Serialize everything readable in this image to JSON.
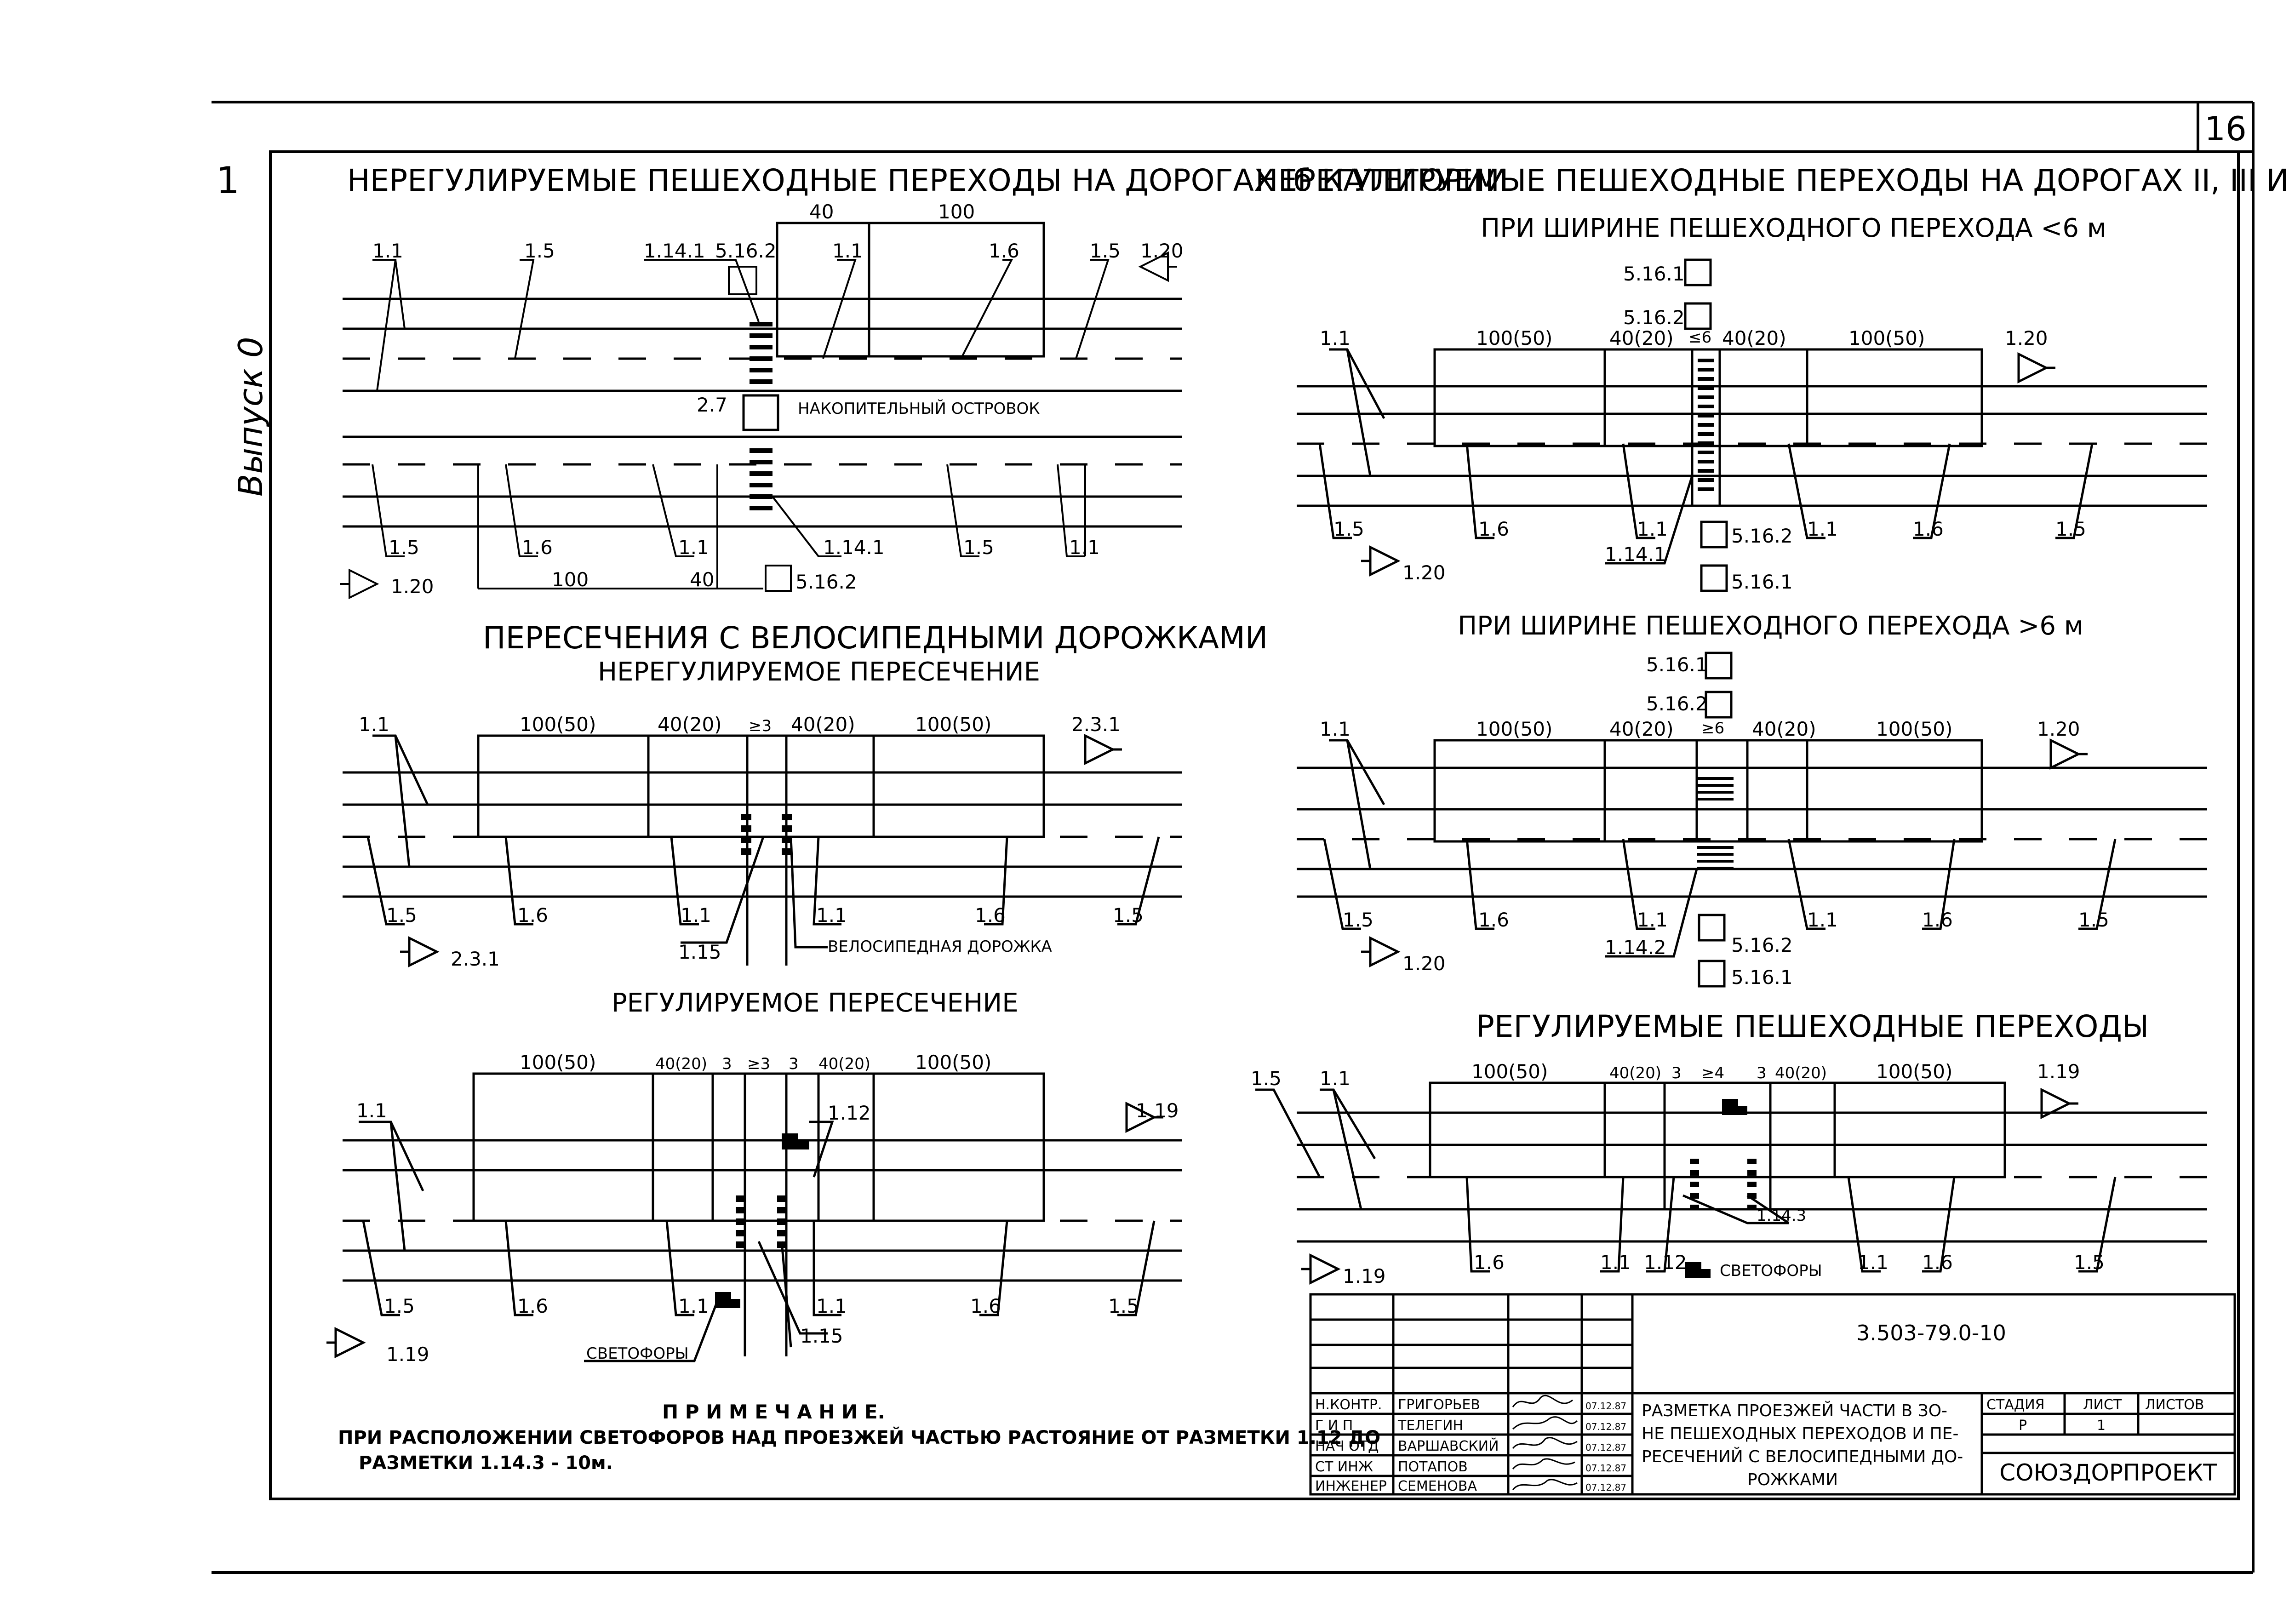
{
  "sheet": {
    "number": "16",
    "side_label": "Выпуск 0",
    "corner_mark": "1"
  },
  "panels": {
    "unreg_1b": {
      "title": "НЕРЕГУЛИРУЕМЫЕ ПЕШЕХОДНЫЕ ПЕРЕХОДЫ НА ДОРОГАХ Iб КАТЕГОРИИ",
      "labels": [
        "1.1",
        "1.5",
        "1.14.1",
        "5.16.2",
        "1.1",
        "1.6",
        "1.5",
        "1.20",
        "40",
        "100",
        "2.7",
        "НАКОПИТЕЛЬНЫЙ ОСТРОВОК",
        "1.5",
        "1.6",
        "1.1",
        "1.14.1",
        "1.5",
        "1.1",
        "100",
        "40",
        "5.16.2",
        "1.20"
      ]
    },
    "unreg_234": {
      "title": "НЕРЕГУЛИРУЕМЫЕ ПЕШЕХОДНЫЕ ПЕРЕХОДЫ НА ДОРОГАХ II, III И IV КАТЕГОРИЙ",
      "sub_narrow": "ПРИ ШИРИНЕ ПЕШЕХОДНОГО ПЕРЕХОДА <6 м",
      "narrow_labels": [
        "5.16.1",
        "5.16.2",
        "1.1",
        "100(50)",
        "40(20)",
        "≤6",
        "40(20)",
        "100(50)",
        "1.20",
        "1.5",
        "1.6",
        "1.1",
        "1.14.1",
        "5.16.2",
        "5.16.1",
        "1.1",
        "1.6",
        "1.5",
        "1.20"
      ],
      "sub_wide": "ПРИ ШИРИНЕ ПЕШЕХОДНОГО ПЕРЕХОДА >6 м",
      "wide_labels": [
        "5.16.1",
        "5.16.2",
        "1.1",
        "100(50)",
        "40(20)",
        "≥6",
        "40(20)",
        "100(50)",
        "1.20",
        "1.5",
        "1.6",
        "1.1",
        "1.14.2",
        "5.16.2",
        "5.16.1",
        "1.1",
        "1.6",
        "1.5",
        "1.20"
      ]
    },
    "bike": {
      "title": "ПЕРЕСЕЧЕНИЯ С ВЕЛОСИПЕДНЫМИ ДОРОЖКАМИ",
      "sub_unreg": "НЕРЕГУЛИРУЕМОЕ ПЕРЕСЕЧЕНИЕ",
      "unreg_labels": [
        "1.1",
        "100(50)",
        "40(20)",
        "≥3",
        "40(20)",
        "100(50)",
        "2.3.1",
        "1.5",
        "1.6",
        "1.1",
        "1.1",
        "1.6",
        "1.5",
        "1.15",
        "ВЕЛОСИПЕДНАЯ ДОРОЖКА",
        "2.3.1"
      ],
      "sub_reg": "РЕГУЛИРУЕМОЕ ПЕРЕСЕЧЕНИЕ",
      "reg_labels": [
        "1.1",
        "100(50)",
        "40(20)",
        "3",
        "≥3",
        "3",
        "40(20)",
        "100(50)",
        "1.12",
        "1.19",
        "1.5",
        "1.6",
        "1.1",
        "1.1",
        "1.6",
        "1.5",
        "1.15",
        "СВЕТОФОРЫ",
        "1.19"
      ]
    },
    "reg_ped": {
      "title": "РЕГУЛИРУЕМЫЕ ПЕШЕХОДНЫЕ ПЕРЕХОДЫ",
      "labels": [
        "1.5",
        "1.1",
        "100(50)",
        "40(20)",
        "3",
        "≥4",
        "3",
        "40(20)",
        "100(50)",
        "1.19",
        "1.14.3",
        "1.6",
        "1.1",
        "1.12",
        "СВЕТОФОРЫ",
        "1.1",
        "1.6",
        "1.5",
        "1.19"
      ]
    }
  },
  "note": {
    "heading": "П Р И М Е Ч А Н И Е.",
    "line1": "ПРИ РАСПОЛОЖЕНИИ СВЕТОФОРОВ НАД ПРОЕЗЖЕЙ ЧАСТЬЮ РАСТОЯНИЕ ОТ РАЗМЕТКИ 1.12 ДО",
    "line2": "РАЗМЕТКИ 1.14.3 - 10м."
  },
  "title_block": {
    "doc_code": "3.503-79.0-10",
    "rows": [
      {
        "role": "Н.КОНТР.",
        "name": "ГРИГОРЬЕВ",
        "date": "07.12.87"
      },
      {
        "role": "Г И П",
        "name": "ТЕЛЕГИН",
        "date": "07.12.87"
      },
      {
        "role": "НАЧ ОТД",
        "name": "ВАРШАВСКИЙ",
        "date": "07.12.87"
      },
      {
        "role": "СТ ИНЖ",
        "name": "ПОТАПОВ",
        "date": "07.12.87"
      },
      {
        "role": "ИНЖЕНЕР",
        "name": "СЕМЕНОВА",
        "date": "07.12.87"
      }
    ],
    "description": [
      "РАЗМЕТКА ПРОЕЗЖЕЙ ЧАСТИ В ЗО-",
      "НЕ ПЕШЕХОДНЫХ ПЕРЕХОДОВ И ПЕ-",
      "РЕСЕЧЕНИЙ С ВЕЛОСИПЕДНЫМИ ДО-",
      "РОЖКАМИ"
    ],
    "stage_head": "СТАДИЯ",
    "sheet_head": "ЛИСТ",
    "sheets_head": "ЛИСТОВ",
    "stage": "Р",
    "sheet": "1",
    "org": "СОЮЗДОРПРОЕКТ"
  }
}
